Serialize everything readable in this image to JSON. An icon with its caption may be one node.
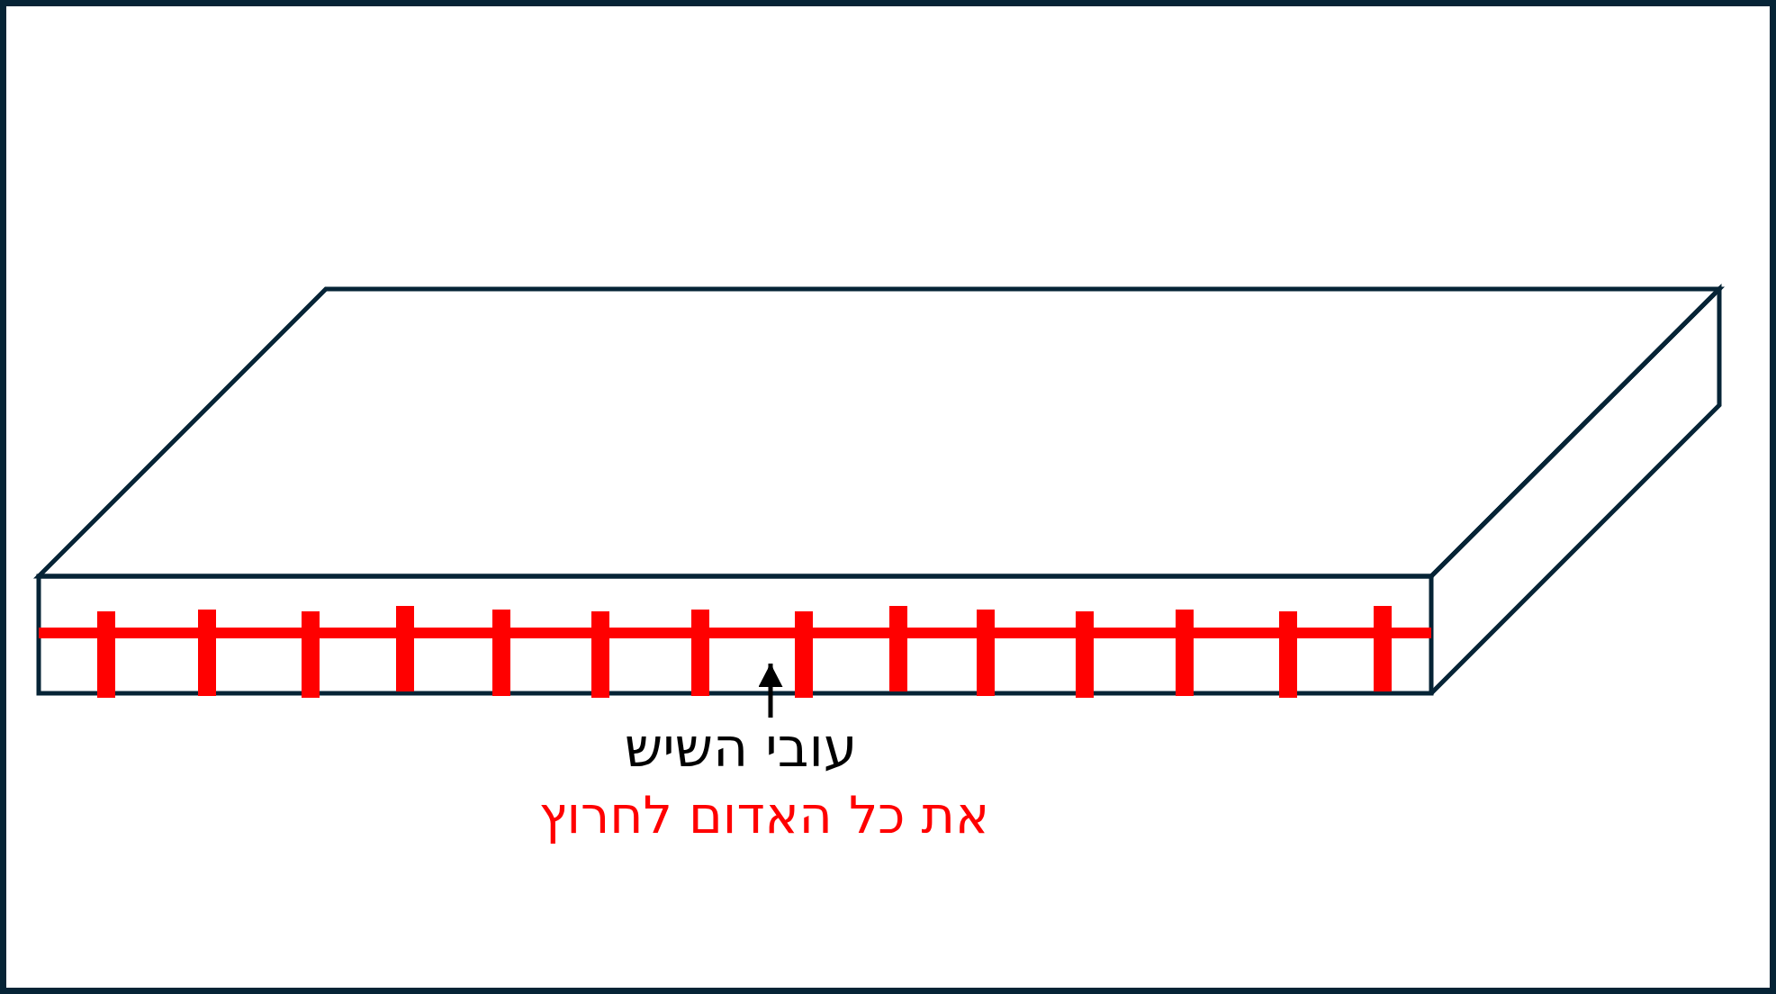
{
  "diagram": {
    "nodes": [
      {
        "text": [
          "עובי השיש"
        ]
      },
      {
        "text": [],
        "shape": "box"
      }
    ],
    "edges": [
      {
        "from": 0,
        "to": 1,
        "arrow": "to"
      }
    ],
    "labels": [
      "את כל האדום לחרוץ"
    ]
  }
}
